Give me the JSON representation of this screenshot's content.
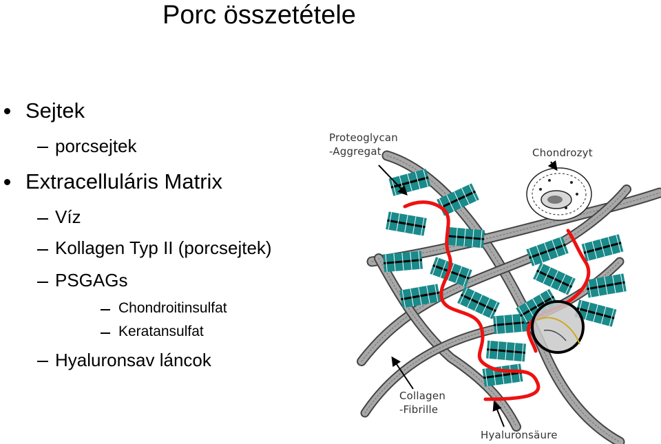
{
  "title": "Porc összetétele",
  "bullets": [
    {
      "level": 1,
      "text": "Sejtek"
    },
    {
      "level": 2,
      "text": "porcsejtek"
    },
    {
      "level": 1,
      "text": "Extracelluláris Matrix"
    },
    {
      "level": 2,
      "text": "Víz"
    },
    {
      "level": 2,
      "text": "Kollagen Typ II (porcsejtek)"
    },
    {
      "level": 2,
      "text": "PSGAGs"
    },
    {
      "level": 3,
      "text": "Chondroitinsulfat"
    },
    {
      "level": 3,
      "text": "Keratansulfat"
    },
    {
      "level": 2,
      "text": "Hyaluronsav láncok"
    }
  ],
  "figure": {
    "labels": {
      "proteoglycan": "Proteoglycan\n-Aggregat",
      "chondrozyt": "Chondrozyt",
      "collagen": "Collagen\n-Fibrille",
      "hyaluron": "Hyaluronsäure"
    },
    "colors": {
      "hyaluron_chain": "#ee1111",
      "proteoglycan": "#1a8a8a",
      "collagen": "#8c8c8c"
    }
  }
}
